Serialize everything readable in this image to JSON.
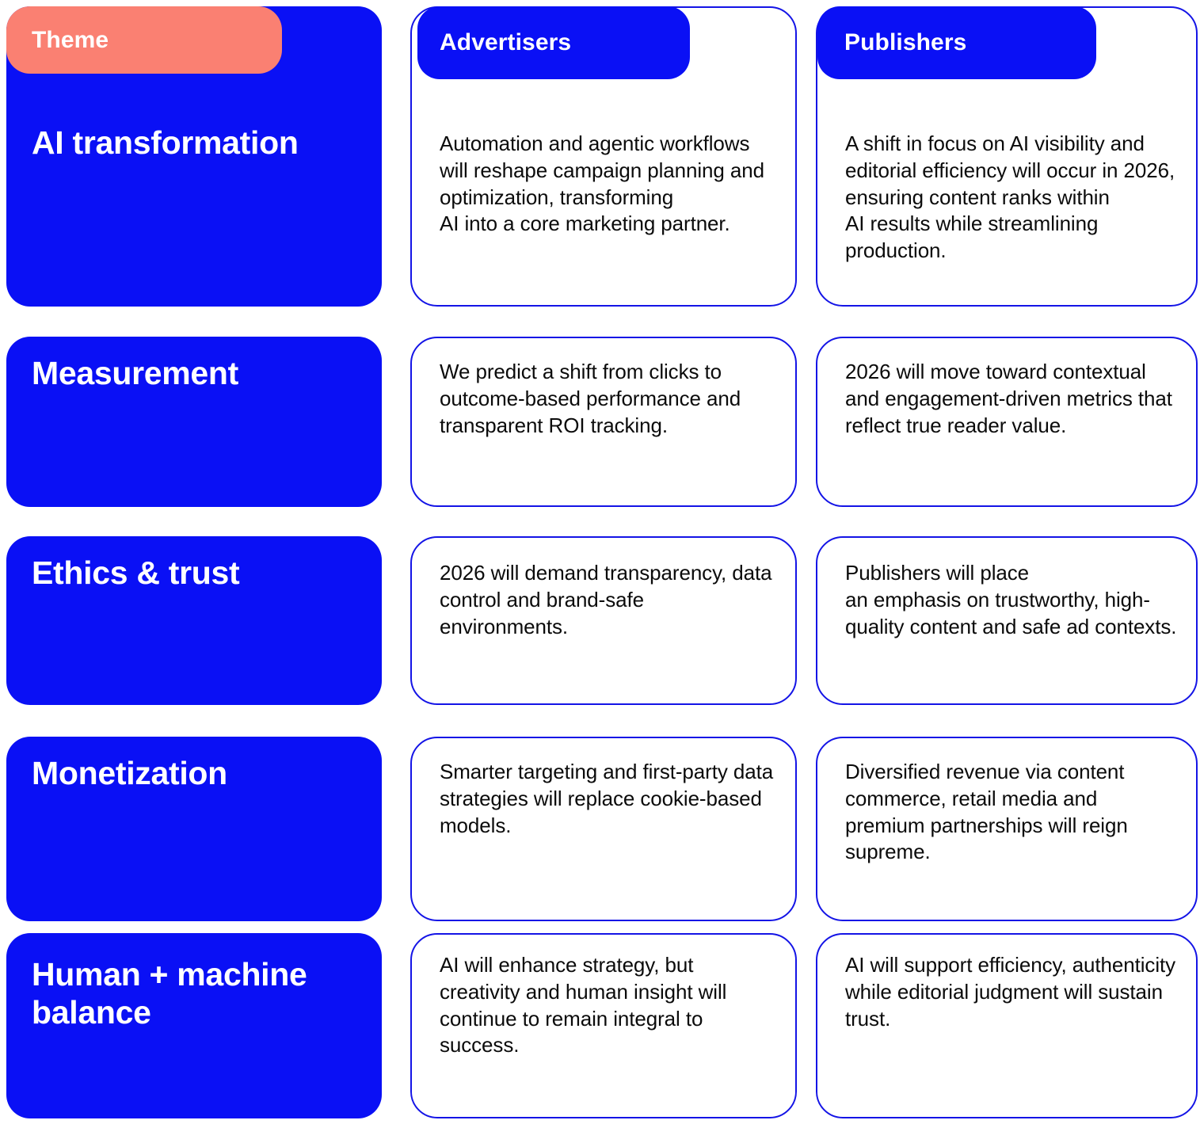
{
  "colors": {
    "brand_blue": "#0A10F5",
    "outline_blue": "#1414E6",
    "theme_pill_salmon": "#FA8072",
    "body_text": "#0B0B0B",
    "card_background": "#FFFFFF",
    "page_background": "#FFFFFF"
  },
  "headers": {
    "theme": "Theme",
    "advertisers": "Advertisers",
    "publishers": "Publishers"
  },
  "rows": [
    {
      "theme": "AI transformation",
      "advertisers": "Automation and agentic workflows will reshape campaign planning and optimization, transforming\nAI into a core marketing partner.",
      "publishers": "A shift in focus on AI visibility and editorial efficiency will occur in 2026, ensuring content ranks within\nAI results while streamlining production."
    },
    {
      "theme": "Measurement",
      "advertisers": "We predict a shift from clicks to outcome-based performance and transparent ROI tracking.",
      "publishers": "2026 will move toward contextual and engagement-driven metrics that reflect true reader value."
    },
    {
      "theme": "Ethics & trust",
      "advertisers": "2026 will demand transparency, data control and brand-safe environments.",
      "publishers": "Publishers will place\nan emphasis on trustworthy, high-quality content and safe ad contexts."
    },
    {
      "theme": "Monetization",
      "advertisers": "Smarter targeting and first-party data strategies will replace cookie-based models.",
      "publishers": "Diversified revenue via content commerce, retail media and premium partnerships will reign supreme."
    },
    {
      "theme": "Human + machine balance",
      "advertisers": "AI will enhance strategy, but creativity and human insight will continue to remain integral to success.",
      "publishers": "AI will support efficiency, authenticity while editorial judgment will sustain trust."
    }
  ]
}
